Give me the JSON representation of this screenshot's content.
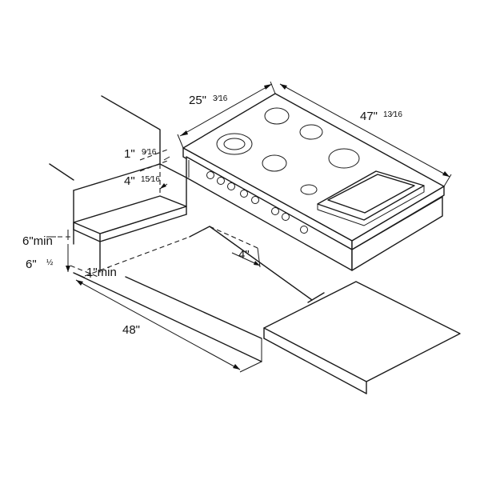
{
  "labels": {
    "width": "25\"",
    "width_frac": "3⁄16",
    "depth": "47\"",
    "depth_frac": "13⁄16",
    "top_gap": "1\"",
    "top_gap_frac": "9⁄16",
    "cutout_depth": "4\"",
    "cutout_depth_frac": "15⁄16",
    "min_height": "6\"min",
    "height": "6\"",
    "height_frac": "½",
    "min_side": "1\"min",
    "front_offset": "4\"",
    "counter_length": "48\""
  }
}
